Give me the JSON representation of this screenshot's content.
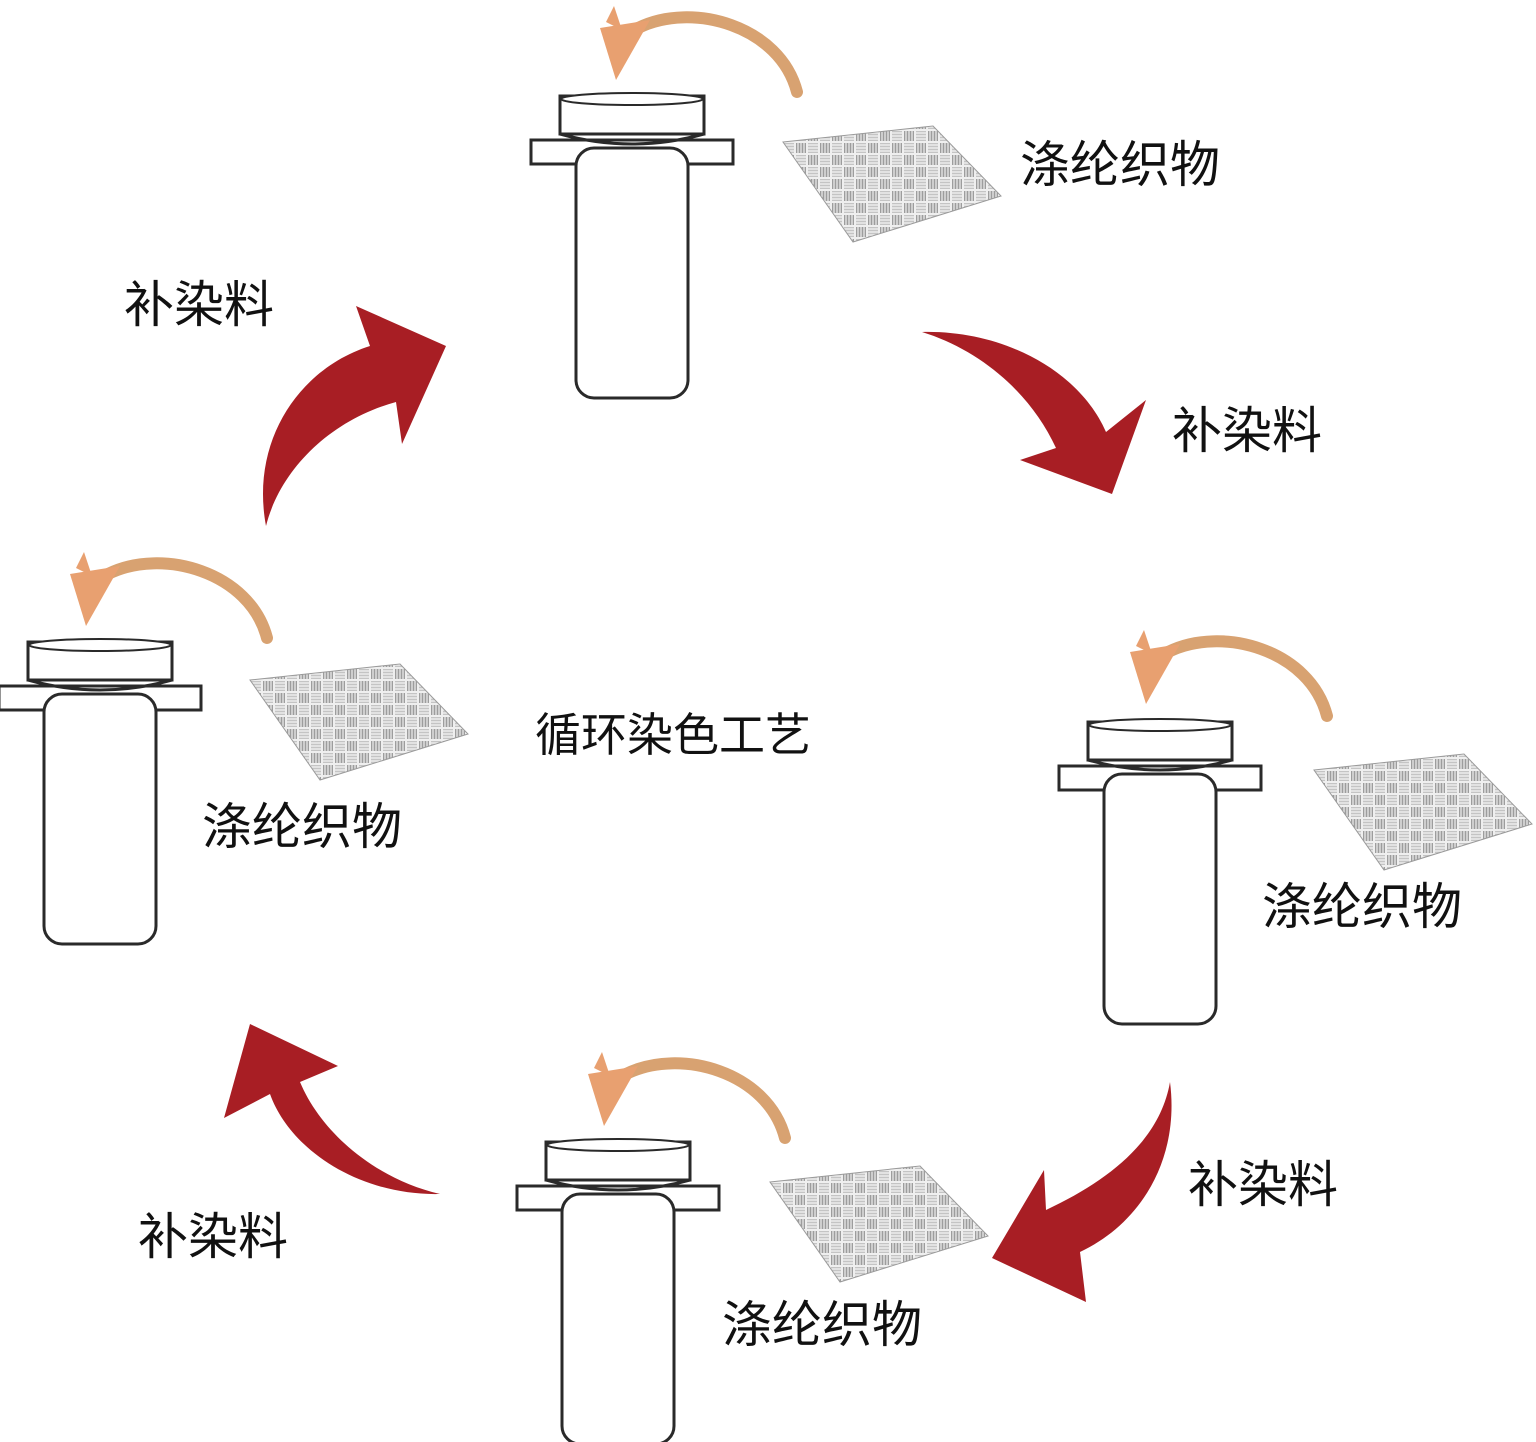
{
  "diagram": {
    "center_title": "循环染色工艺",
    "stations": [
      {
        "id": "top",
        "fabric_label": "涤纶织物"
      },
      {
        "id": "right",
        "fabric_label": "涤纶织物"
      },
      {
        "id": "bottom",
        "fabric_label": "涤纶织物"
      },
      {
        "id": "left",
        "fabric_label": "涤纶织物"
      }
    ],
    "transitions": [
      {
        "id": "top-to-right",
        "label": "补染料"
      },
      {
        "id": "right-to-bottom",
        "label": "补染料"
      },
      {
        "id": "bottom-to-left",
        "label": "补染料"
      },
      {
        "id": "left-to-top",
        "label": "补染料"
      }
    ],
    "colors": {
      "cycle_arrow": "#a81e24",
      "load_arrow": "#e8a070",
      "vessel_stroke": "#2a2a2a",
      "fabric": "#b5b5b5"
    }
  }
}
